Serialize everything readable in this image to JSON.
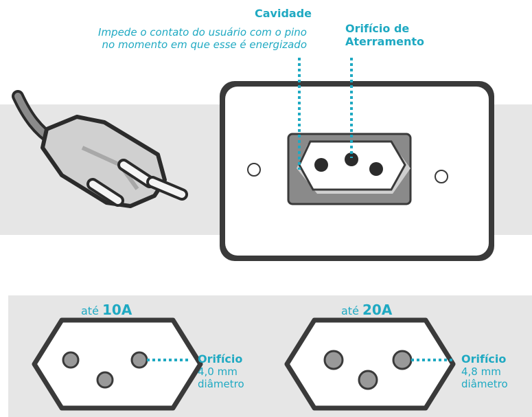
{
  "callouts": {
    "cavity": {
      "title": "Cavidade",
      "desc_line1": "Impede o contato do usuário com o pino",
      "desc_line2": "no momento em que esse é energizado"
    },
    "ground": {
      "title_line1": "Orifício de",
      "title_line2": "Aterramento"
    }
  },
  "sockets": [
    {
      "rating_prefix": "até",
      "rating_value": "10A",
      "spec_title": "Orifício",
      "spec_size": "4,0 mm",
      "spec_unit": "diâmetro"
    },
    {
      "rating_prefix": "até",
      "rating_value": "20A",
      "spec_title": "Orifício",
      "spec_size": "4,8 mm",
      "spec_unit": "diâmetro"
    }
  ],
  "colors": {
    "accent": "#1fa9c2",
    "band": "#e6e6e6",
    "outline": "#3a3a3a",
    "plate": "#ffffff",
    "pin": "#999999",
    "socket_recess": "#8a8a8a"
  },
  "icons": [
    "power-plug-icon",
    "wall-outlet-icon",
    "outlet-face-icon"
  ]
}
